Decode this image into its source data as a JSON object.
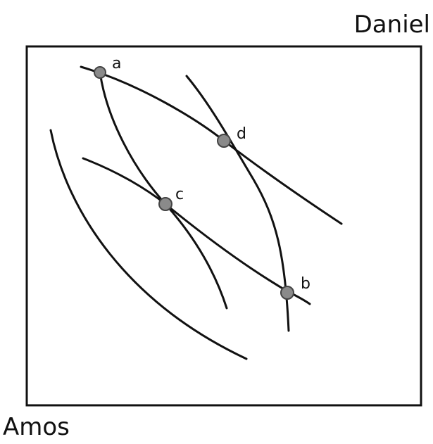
{
  "corners": {
    "top_right": "Daniel",
    "bottom_left": "Amos"
  },
  "points": {
    "a": "a",
    "b": "b",
    "c": "c",
    "d": "d"
  },
  "colors": {
    "line": "#111111",
    "point_fill": "#8a8a8a",
    "point_stroke": "#444444",
    "background": "#ffffff"
  }
}
